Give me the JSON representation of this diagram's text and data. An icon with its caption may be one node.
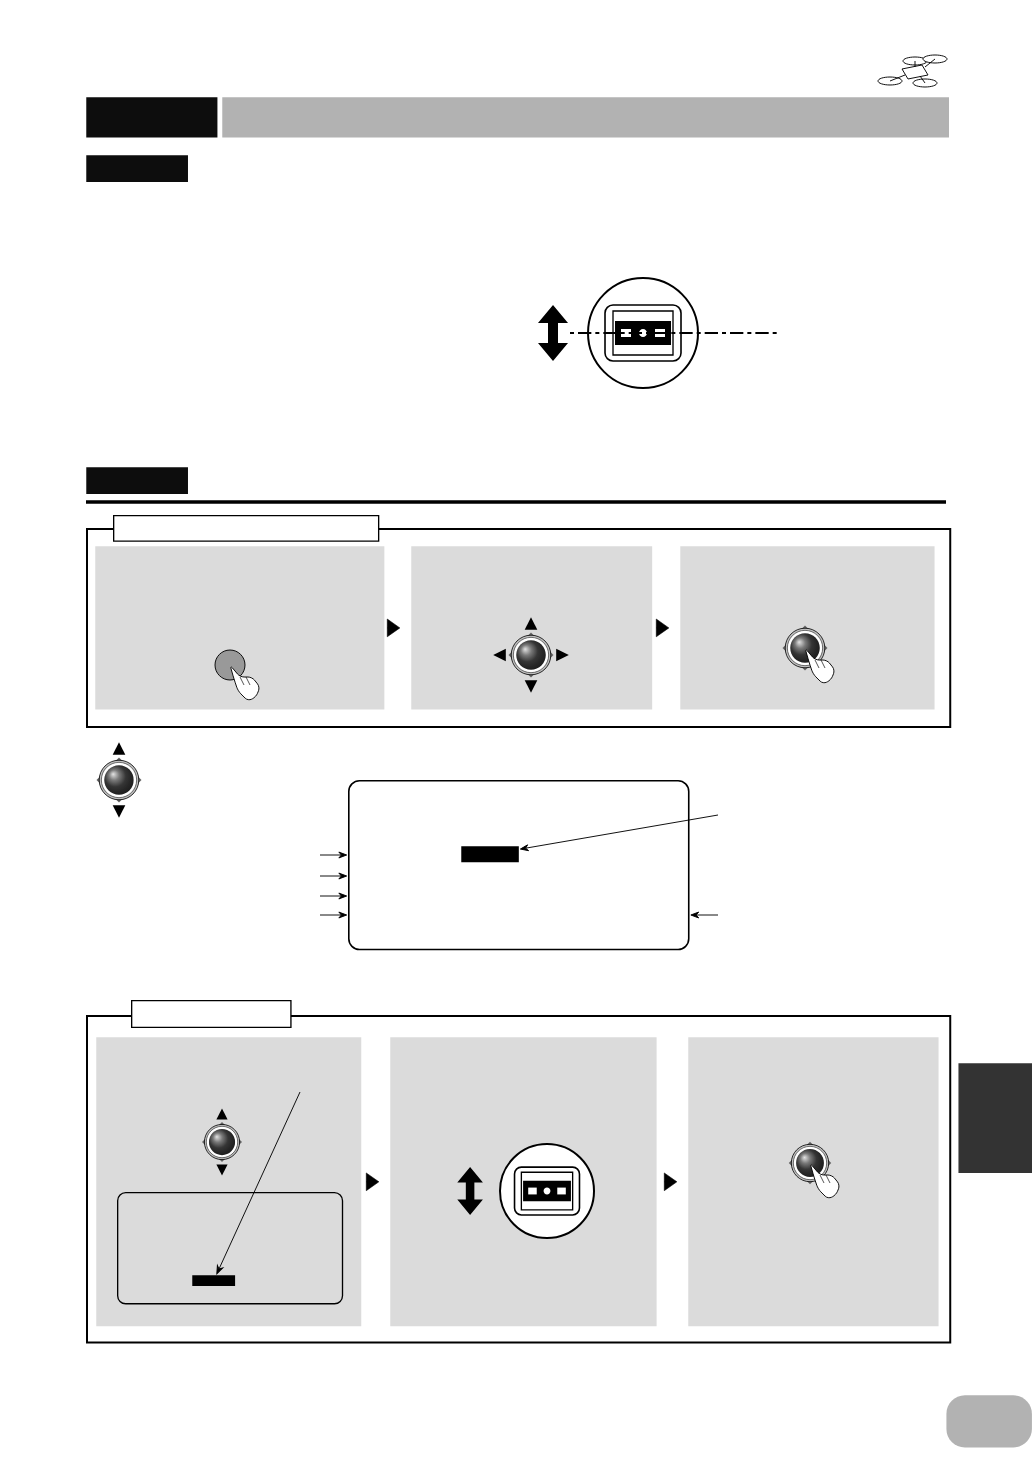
{
  "diagram": {
    "nodes": [
      {
        "text": [],
        "shape": "box"
      },
      {
        "text": [],
        "shape": "box"
      },
      {
        "text": [],
        "shape": "box"
      },
      {
        "text": [],
        "shape": "box"
      },
      {
        "text": [],
        "shape": "box"
      },
      {
        "text": [],
        "shape": "box"
      },
      {
        "text": [],
        "shape": "box",
        "in": 4
      },
      {
        "text": [],
        "shape": "box",
        "in": 4
      },
      {
        "text": [],
        "shape": "box",
        "in": 4
      },
      {
        "text": [],
        "shape": "box"
      },
      {
        "text": [],
        "shape": "bar",
        "in": 9
      },
      {
        "text": [],
        "shape": "box"
      },
      {
        "text": [],
        "shape": "box"
      },
      {
        "text": [],
        "shape": "box",
        "in": 11
      },
      {
        "text": [],
        "shape": "box",
        "in": 13
      },
      {
        "text": [],
        "shape": "bar",
        "in": 14
      },
      {
        "text": [],
        "shape": "box",
        "in": 11
      },
      {
        "text": [],
        "shape": "box",
        "in": 11
      },
      {
        "text": [],
        "shape": "box"
      },
      {
        "text": [],
        "shape": "box"
      }
    ],
    "edges": [
      {
        "from": 6,
        "to": 7,
        "arrow": "to"
      },
      {
        "from": 7,
        "to": 8,
        "arrow": "to"
      },
      {
        "from": null,
        "to": 10,
        "arrow": "to"
      },
      {
        "from": null,
        "to": 9,
        "arrow": "to"
      },
      {
        "from": null,
        "to": 9,
        "arrow": "to"
      },
      {
        "from": null,
        "to": 9,
        "arrow": "to"
      },
      {
        "from": null,
        "to": 9,
        "arrow": "to"
      },
      {
        "from": null,
        "to": 9,
        "arrow": "to"
      },
      {
        "from": 13,
        "to": 16,
        "arrow": "to"
      },
      {
        "from": 16,
        "to": 17,
        "arrow": "to"
      },
      {
        "from": null,
        "to": 15,
        "arrow": "to"
      }
    ]
  }
}
